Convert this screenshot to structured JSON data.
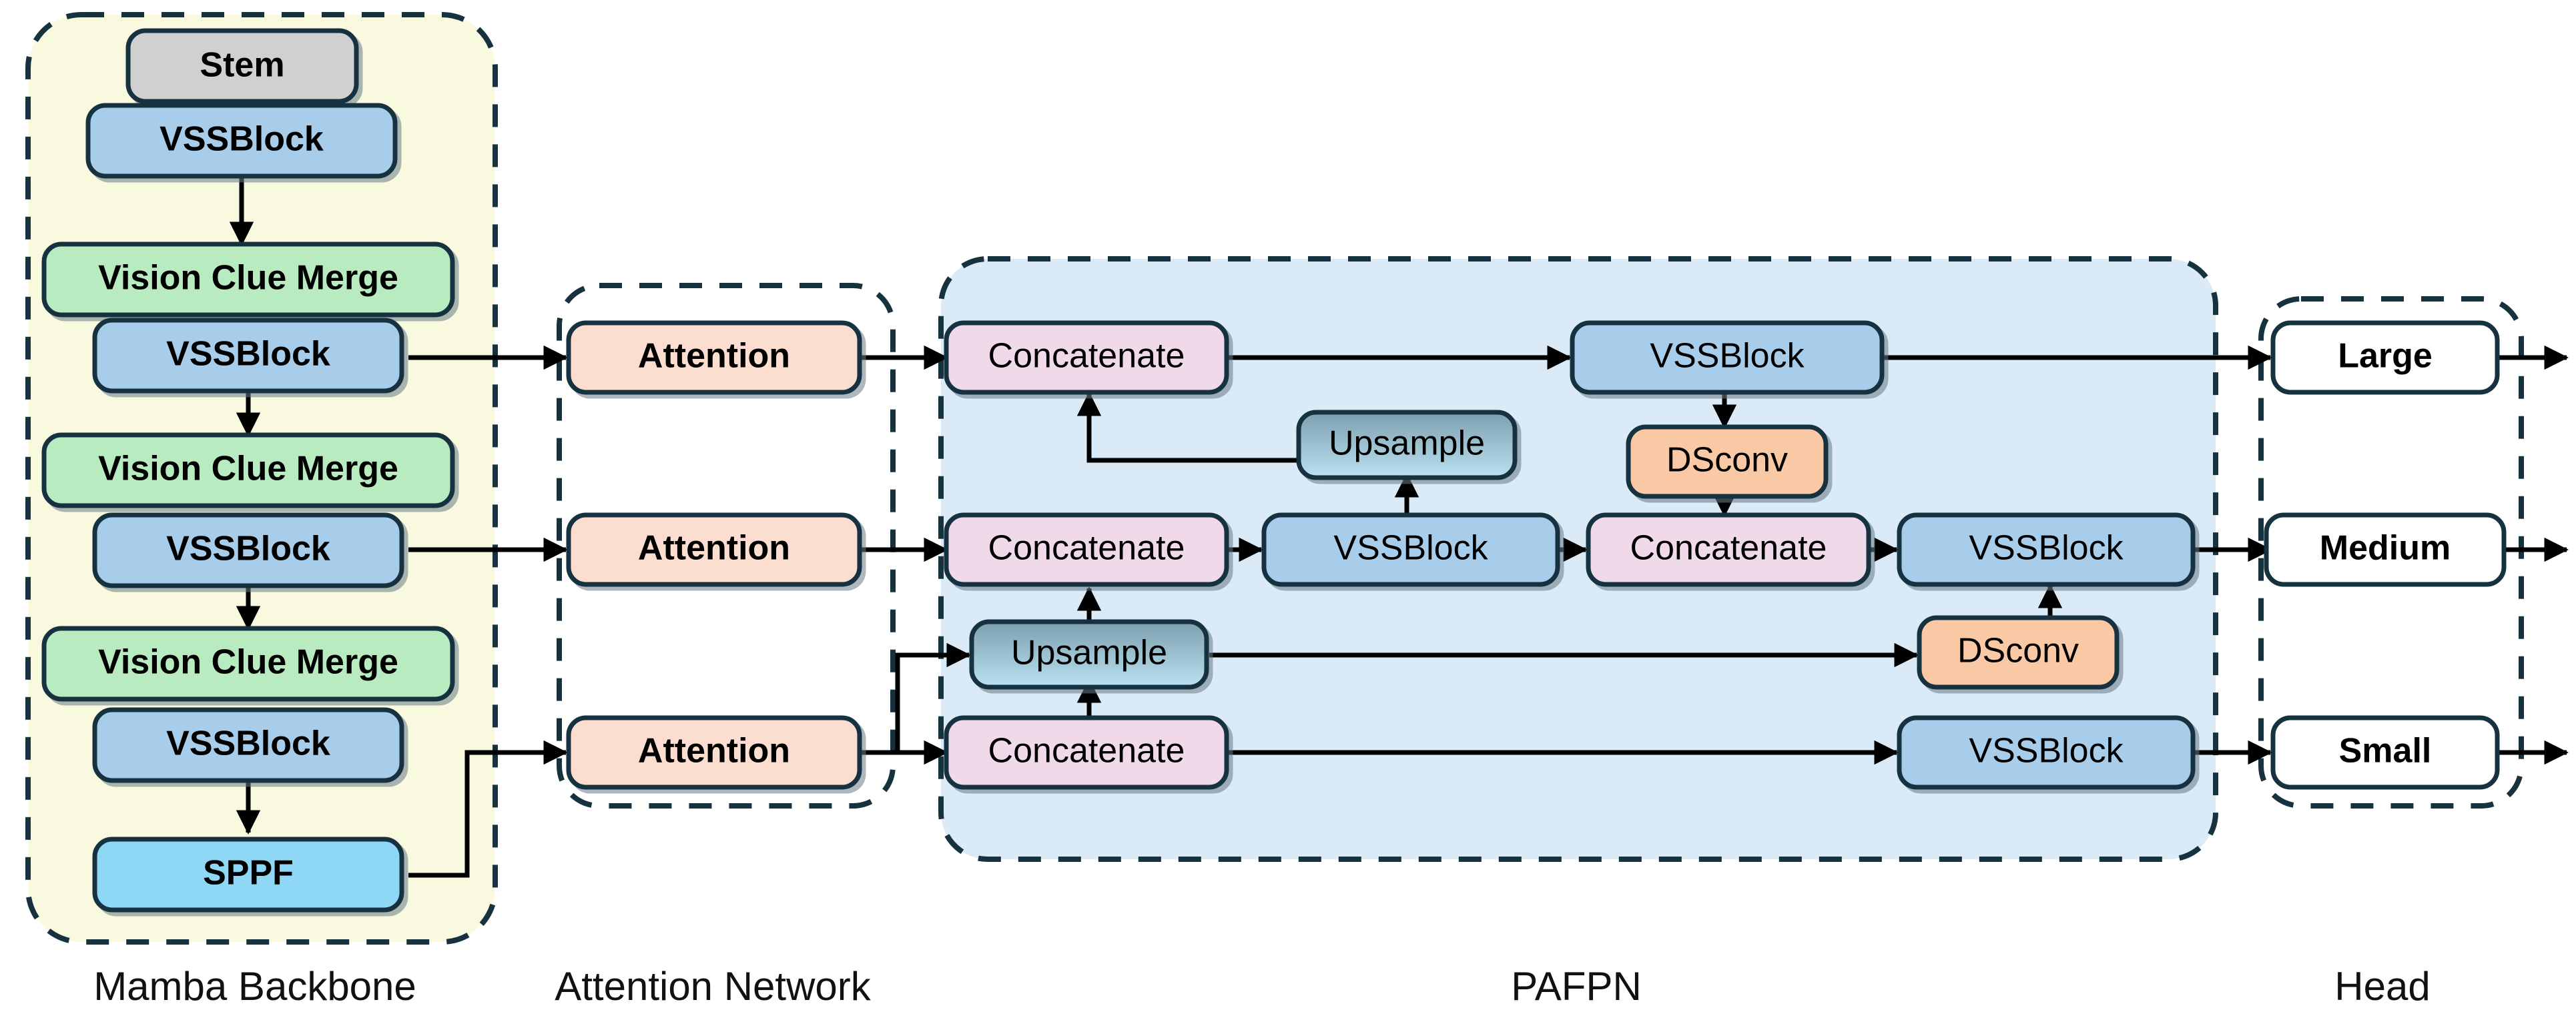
{
  "figure": {
    "type": "architecture-diagram",
    "title": "Mamba-based object detection network architecture",
    "background": "#ffffff"
  },
  "palette": {
    "outline": "#16323f",
    "wire": "#000000",
    "backbone_panel": "#f9f9df",
    "attention_panel": "#ffffff",
    "pafpn_panel": "#daeaf7",
    "head_panel": "#ffffff",
    "stem": "#d0d0d0",
    "vssblock": "#a8cdeb",
    "vision_clue_merge": "#b8ecc0",
    "sppf": "#8fd8f5",
    "attention": "#fbded0",
    "concatenate": "#f0d9e8",
    "dsconv": "#f8c9a4",
    "upsample_top": "#7d9faf",
    "upsample_bottom": "#bae2f2",
    "head_box": "#ffffff"
  },
  "groups": [
    {
      "id": "backbone",
      "label": "Mamba Backbone"
    },
    {
      "id": "attention",
      "label": "Attention Network"
    },
    {
      "id": "pafpn",
      "label": "PAFPN"
    },
    {
      "id": "head",
      "label": "Head"
    }
  ],
  "backbone": {
    "label": "Mamba Backbone",
    "blocks": [
      {
        "id": "stem",
        "label": "Stem",
        "fill": "#d0d0d0"
      },
      {
        "id": "vss1",
        "label": "VSSBlock",
        "fill": "#a8cdeb"
      },
      {
        "id": "vcm1",
        "label": "Vision Clue Merge",
        "fill": "#b8ecc0"
      },
      {
        "id": "vss2",
        "label": "VSSBlock",
        "fill": "#a8cdeb"
      },
      {
        "id": "vcm2",
        "label": "Vision Clue Merge",
        "fill": "#b8ecc0"
      },
      {
        "id": "vss3",
        "label": "VSSBlock",
        "fill": "#a8cdeb"
      },
      {
        "id": "vcm3",
        "label": "Vision Clue Merge",
        "fill": "#b8ecc0"
      },
      {
        "id": "vss4",
        "label": "VSSBlock",
        "fill": "#a8cdeb"
      },
      {
        "id": "sppf",
        "label": "SPPF",
        "fill": "#8fd8f5"
      }
    ]
  },
  "attention_network": {
    "label": "Attention Network",
    "blocks": [
      {
        "id": "attn1",
        "label": "Attention",
        "fill": "#fbded0"
      },
      {
        "id": "attn2",
        "label": "Attention",
        "fill": "#fbded0"
      },
      {
        "id": "attn3",
        "label": "Attention",
        "fill": "#fbded0"
      }
    ]
  },
  "pafpn": {
    "label": "PAFPN",
    "blocks": [
      {
        "id": "cat_t",
        "label": "Concatenate",
        "fill": "#f0d9e8"
      },
      {
        "id": "up_t",
        "label": "Upsample",
        "fill": "gradient"
      },
      {
        "id": "vss_t",
        "label": "VSSBlock",
        "fill": "#a8cdeb"
      },
      {
        "id": "ds_t",
        "label": "DSconv",
        "fill": "#f8c9a4"
      },
      {
        "id": "cat_m1",
        "label": "Concatenate",
        "fill": "#f0d9e8"
      },
      {
        "id": "vss_m1",
        "label": "VSSBlock",
        "fill": "#a8cdeb"
      },
      {
        "id": "cat_m2",
        "label": "Concatenate",
        "fill": "#f0d9e8"
      },
      {
        "id": "vss_m2",
        "label": "VSSBlock",
        "fill": "#a8cdeb"
      },
      {
        "id": "up_b",
        "label": "Upsample",
        "fill": "gradient"
      },
      {
        "id": "ds_b",
        "label": "DSconv",
        "fill": "#f8c9a4"
      },
      {
        "id": "cat_b",
        "label": "Concatenate",
        "fill": "#f0d9e8"
      },
      {
        "id": "vss_b",
        "label": "VSSBlock",
        "fill": "#a8cdeb"
      }
    ]
  },
  "head": {
    "label": "Head",
    "blocks": [
      {
        "id": "large",
        "label": "Large",
        "fill": "#ffffff"
      },
      {
        "id": "medium",
        "label": "Medium",
        "fill": "#ffffff"
      },
      {
        "id": "small",
        "label": "Small",
        "fill": "#ffffff"
      }
    ]
  }
}
